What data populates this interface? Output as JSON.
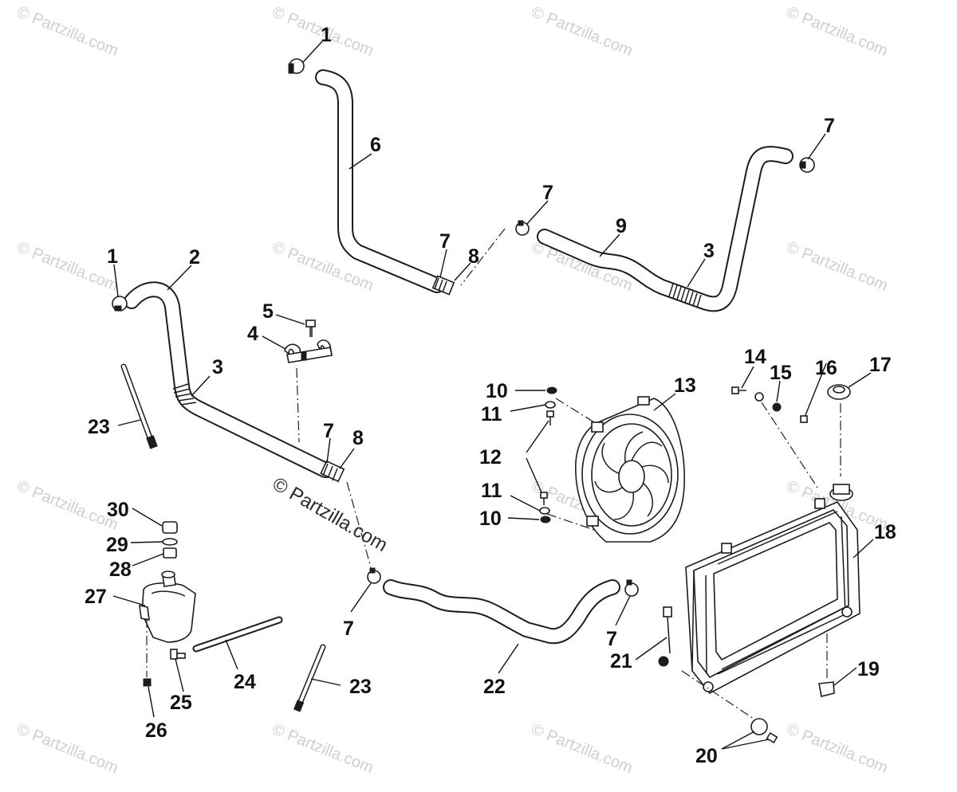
{
  "watermark": {
    "text": "© Partzilla.com",
    "center_text": "© Partzilla.com"
  },
  "labels": [
    {
      "id": "l1a",
      "text": "1"
    },
    {
      "id": "l6",
      "text": "6"
    },
    {
      "id": "l7a",
      "text": "7"
    },
    {
      "id": "l7b",
      "text": "7"
    },
    {
      "id": "l9",
      "text": "9"
    },
    {
      "id": "l3a",
      "text": "3"
    },
    {
      "id": "l7c",
      "text": "7"
    },
    {
      "id": "l8a",
      "text": "8"
    },
    {
      "id": "l1b",
      "text": "1"
    },
    {
      "id": "l2",
      "text": "2"
    },
    {
      "id": "l5",
      "text": "5"
    },
    {
      "id": "l4",
      "text": "4"
    },
    {
      "id": "l3b",
      "text": "3"
    },
    {
      "id": "l23a",
      "text": "23"
    },
    {
      "id": "l7d",
      "text": "7"
    },
    {
      "id": "l8b",
      "text": "8"
    },
    {
      "id": "l10a",
      "text": "10"
    },
    {
      "id": "l11a",
      "text": "11"
    },
    {
      "id": "l12",
      "text": "12"
    },
    {
      "id": "l11b",
      "text": "11"
    },
    {
      "id": "l10b",
      "text": "10"
    },
    {
      "id": "l13",
      "text": "13"
    },
    {
      "id": "l14",
      "text": "14"
    },
    {
      "id": "l15",
      "text": "15"
    },
    {
      "id": "l16",
      "text": "16"
    },
    {
      "id": "l17",
      "text": "17"
    },
    {
      "id": "l18",
      "text": "18"
    },
    {
      "id": "l30",
      "text": "30"
    },
    {
      "id": "l29",
      "text": "29"
    },
    {
      "id": "l28",
      "text": "28"
    },
    {
      "id": "l27",
      "text": "27"
    },
    {
      "id": "l7e",
      "text": "7"
    },
    {
      "id": "l7f",
      "text": "7"
    },
    {
      "id": "l21",
      "text": "21"
    },
    {
      "id": "l19",
      "text": "19"
    },
    {
      "id": "l24",
      "text": "24"
    },
    {
      "id": "l25",
      "text": "25"
    },
    {
      "id": "l26",
      "text": "26"
    },
    {
      "id": "l23b",
      "text": "23"
    },
    {
      "id": "l22",
      "text": "22"
    },
    {
      "id": "l20",
      "text": "20"
    }
  ]
}
